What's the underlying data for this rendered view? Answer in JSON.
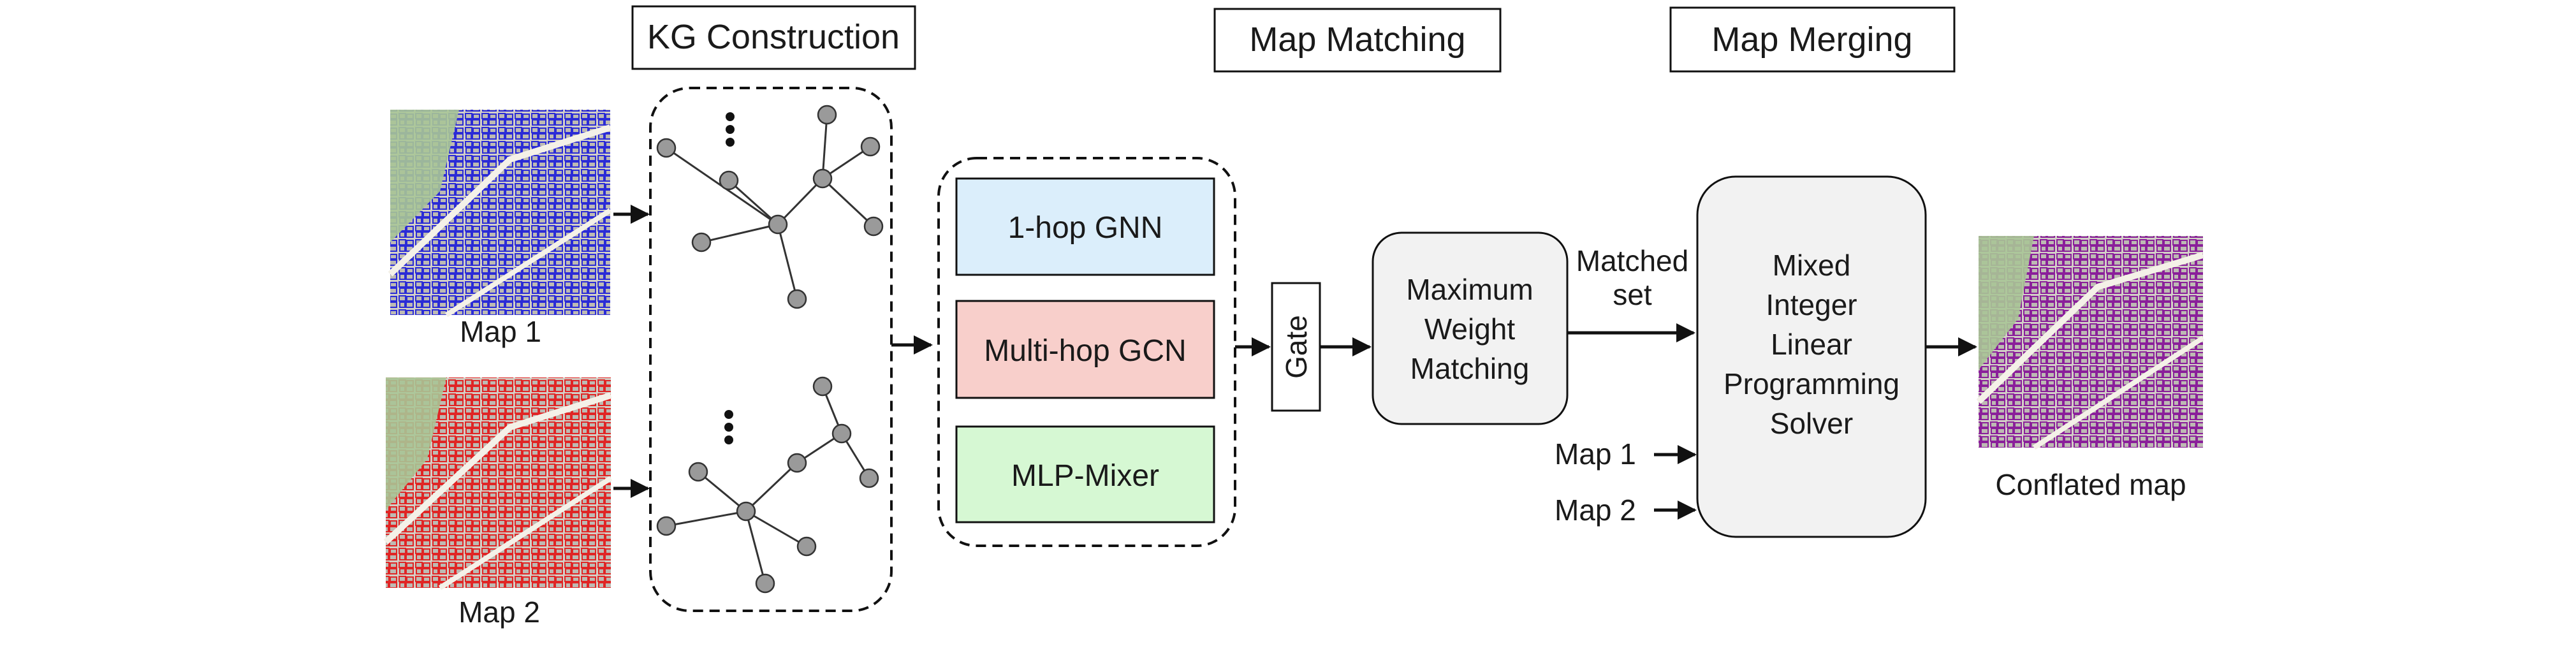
{
  "stages": {
    "kg_construction": "KG Construction",
    "map_matching": "Map Matching",
    "map_merging": "Map Merging"
  },
  "inputs": {
    "map1": "Map 1",
    "map2": "Map 2"
  },
  "models": {
    "gnn": "1-hop GNN",
    "gcn": "Multi-hop GCN",
    "mixer": "MLP-Mixer"
  },
  "gate": "Gate",
  "matching": [
    "Maximum",
    "Weight",
    "Matching"
  ],
  "matched_set": [
    "Matched",
    "set"
  ],
  "solver": [
    "Mixed",
    "Integer",
    "Linear",
    "Programming",
    "Solver"
  ],
  "solver_inputs": {
    "map1": "Map 1",
    "map2": "Map 2"
  },
  "output": "Conflated map",
  "colors": {
    "map1_buildings": "#2b2bd6",
    "map2_buildings": "#e02525",
    "conflated_buildings": "#8a1f9a",
    "gnn_fill": "#dbeefb",
    "gcn_fill": "#f8cfcb",
    "mixer_fill": "#d6f8d3",
    "node_fill": "#9a9a9a"
  }
}
